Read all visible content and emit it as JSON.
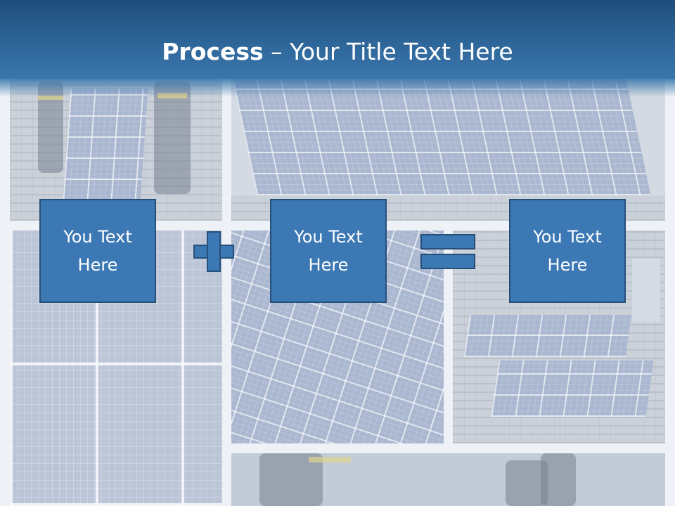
{
  "title": {
    "bold": "Process",
    "rest": " – Your Title Text Here"
  },
  "boxes": [
    {
      "label": "You Text Here"
    },
    {
      "label": "You Text Here"
    },
    {
      "label": "You Text Here"
    }
  ],
  "operators": {
    "first": "plus",
    "second": "equals"
  },
  "colors": {
    "header": "#2e6699",
    "box_fill": "#3b78b4",
    "box_border": "#264f7a",
    "text": "#ffffff"
  }
}
